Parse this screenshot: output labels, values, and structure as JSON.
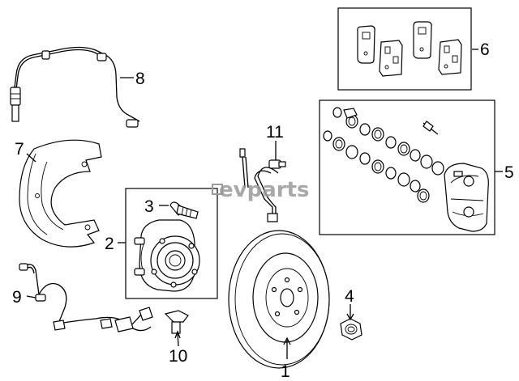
{
  "watermark": "evparts",
  "callouts": {
    "c1": "1",
    "c2": "2",
    "c3": "3",
    "c4": "4",
    "c5": "5",
    "c6": "6",
    "c7": "7",
    "c8": "8",
    "c9": "9",
    "c10": "10",
    "c11": "11"
  },
  "colors": {
    "line": "#000000",
    "background": "#ffffff",
    "watermark": "#9a9a9a"
  }
}
